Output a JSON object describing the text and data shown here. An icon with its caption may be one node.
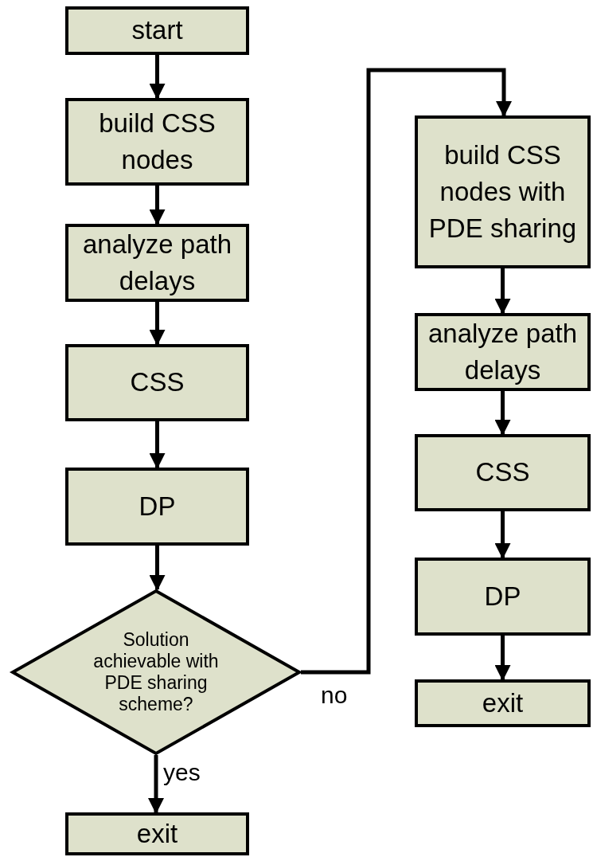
{
  "diagram": {
    "nodes": [
      {
        "text": [
          "start"
        ]
      },
      {
        "text": [
          "build CSS nodes"
        ]
      },
      {
        "text": [
          "analyze path delays"
        ]
      },
      {
        "text": [
          "CSS"
        ]
      },
      {
        "text": [
          "DP"
        ]
      },
      {
        "text": [
          "Solution achievable with PDE sharing scheme?"
        ]
      },
      {
        "text": [
          "exit"
        ]
      },
      {
        "text": [
          "build CSS nodes with PDE sharing"
        ]
      },
      {
        "text": [
          "analyze path delays"
        ]
      },
      {
        "text": [
          "CSS"
        ]
      },
      {
        "text": [
          "DP"
        ]
      },
      {
        "text": [
          "exit"
        ]
      }
    ],
    "edges": [
      {
        "from": 0,
        "to": 1,
        "arrow": "to"
      },
      {
        "from": 1,
        "to": 2,
        "arrow": "to"
      },
      {
        "from": 2,
        "to": 3,
        "arrow": "to"
      },
      {
        "from": 3,
        "to": 4,
        "arrow": "to"
      },
      {
        "from": 4,
        "to": 5,
        "arrow": "to"
      },
      {
        "from": 5,
        "to": 6,
        "arrow": "to",
        "label": "yes"
      },
      {
        "from": 5,
        "to": 7,
        "arrow": "to",
        "label": "no"
      },
      {
        "from": 7,
        "to": 8,
        "arrow": "to"
      },
      {
        "from": 8,
        "to": 9,
        "arrow": "to"
      },
      {
        "from": 9,
        "to": 10,
        "arrow": "to"
      },
      {
        "from": 10,
        "to": 11,
        "arrow": "to"
      }
    ]
  }
}
